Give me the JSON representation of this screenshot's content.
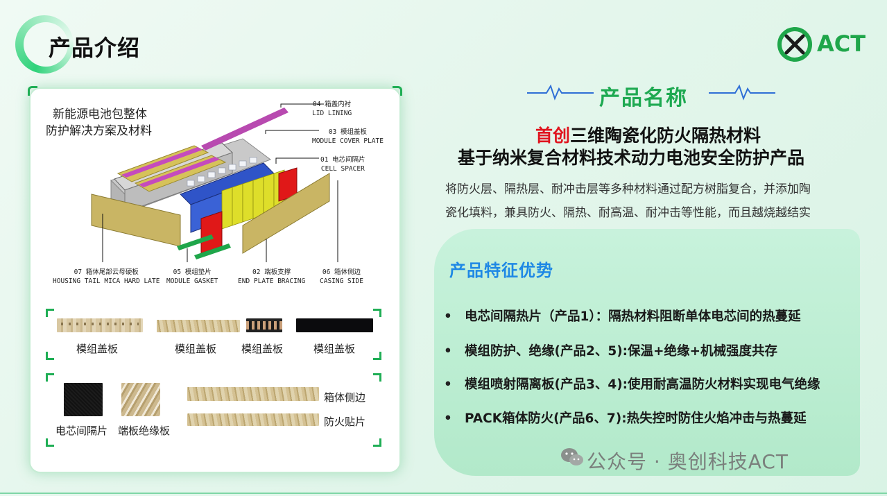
{
  "header": {
    "title": "产品介绍",
    "logo_text": "ACT"
  },
  "colors": {
    "accent_green": "#1ea951",
    "headline_red": "#e0141e",
    "feature_blue": "#1e88e5"
  },
  "diagram": {
    "caption_line1": "新能源电池包整体",
    "caption_line2": "防护解决方案及材料",
    "callouts": [
      {
        "cn": "04 箱盖内衬",
        "en": "LID LINING"
      },
      {
        "cn": "03 模组盖板",
        "en": "MODULE COVER PLATE"
      },
      {
        "cn": "01 电芯间隔片",
        "en": "CELL SPACER"
      },
      {
        "cn": "07 箱体尾部云母硬板",
        "en": "HOUSING TAIL MICA HARD LATE"
      },
      {
        "cn": "05 模组垫片",
        "en": "MODULE GASKET"
      },
      {
        "cn": "02 端板支撑",
        "en": "END PLATE BRACING"
      },
      {
        "cn": "06 箱体侧边",
        "en": "CASING SIDE"
      }
    ]
  },
  "samples_top": [
    "模组盖板",
    "模组盖板",
    "模组盖板",
    "模组盖板"
  ],
  "samples_bottom": {
    "cell_spacer": "电芯间隔片",
    "end_plate": "端板绝缘板",
    "casing_side": "箱体侧边",
    "fire_patch": "防火贴片"
  },
  "product": {
    "heading": "产品名称",
    "headline_red": "首创",
    "headline_rest": "三维陶瓷化防火隔热材料",
    "headline_line2": "基于纳米复合材料技术动力电池安全防护产品",
    "desc_line1": "将防火层、隔热层、耐冲击层等多种材料通过配方树脂复合，并添加陶",
    "desc_line2": "瓷化填料，兼具防火、隔热、耐高温、耐冲击等性能，而且越烧越结实"
  },
  "advantages": {
    "title": "产品特征优势",
    "bullet": "•",
    "items": [
      "电芯间隔热片（产品1）：隔热材料阻断单体电芯间的热蔓延",
      "模组防护、绝缘(产品2、5):保温+绝缘+机械强度共存",
      "模组喷射隔离板(产品3、4):使用耐高温防火材料实现电气绝缘",
      "PACK箱体防火(产品6、7):热失控时防住火焰冲击与热蔓延"
    ]
  },
  "watermark": "公众号 · 奥创科技ACT"
}
